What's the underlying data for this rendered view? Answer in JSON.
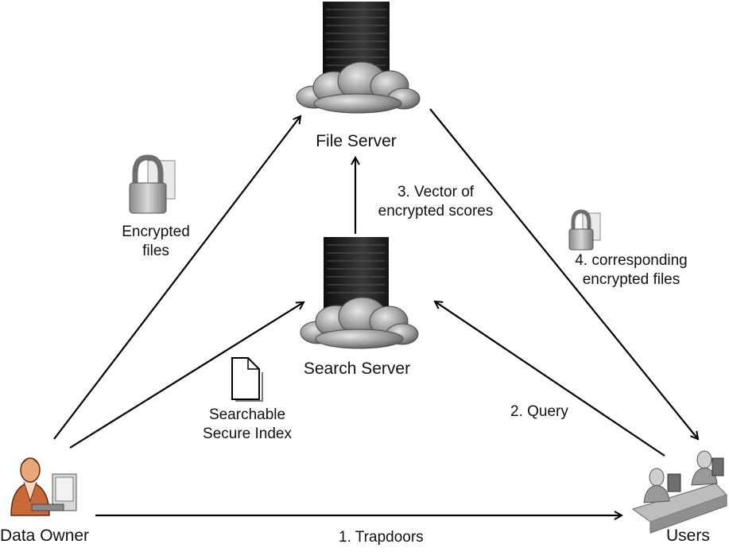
{
  "nodes": {
    "file_server": "File Server",
    "search_server": "Search Server",
    "data_owner": "Data Owner",
    "users": "Users"
  },
  "edges": {
    "encrypted_files_line1": "Encrypted",
    "encrypted_files_line2": "files",
    "index_line1": "Searchable",
    "index_line2": "Secure Index",
    "scores_line1": "3. Vector of",
    "scores_line2": "encrypted scores",
    "corresponding_line1": "4. corresponding",
    "corresponding_line2": "encrypted files",
    "query": "2. Query",
    "trapdoors": "1. Trapdoors"
  },
  "icons": {
    "server": "server-cloud-icon",
    "lock": "padlock-icon",
    "document": "document-icon",
    "person": "person-at-computer-icon",
    "users": "users-at-desks-icon"
  },
  "colors": {
    "line": "#000000",
    "server_dark": "#1e1e1e",
    "cloud": "#9a9a9a",
    "person_skin": "#c8693a"
  }
}
